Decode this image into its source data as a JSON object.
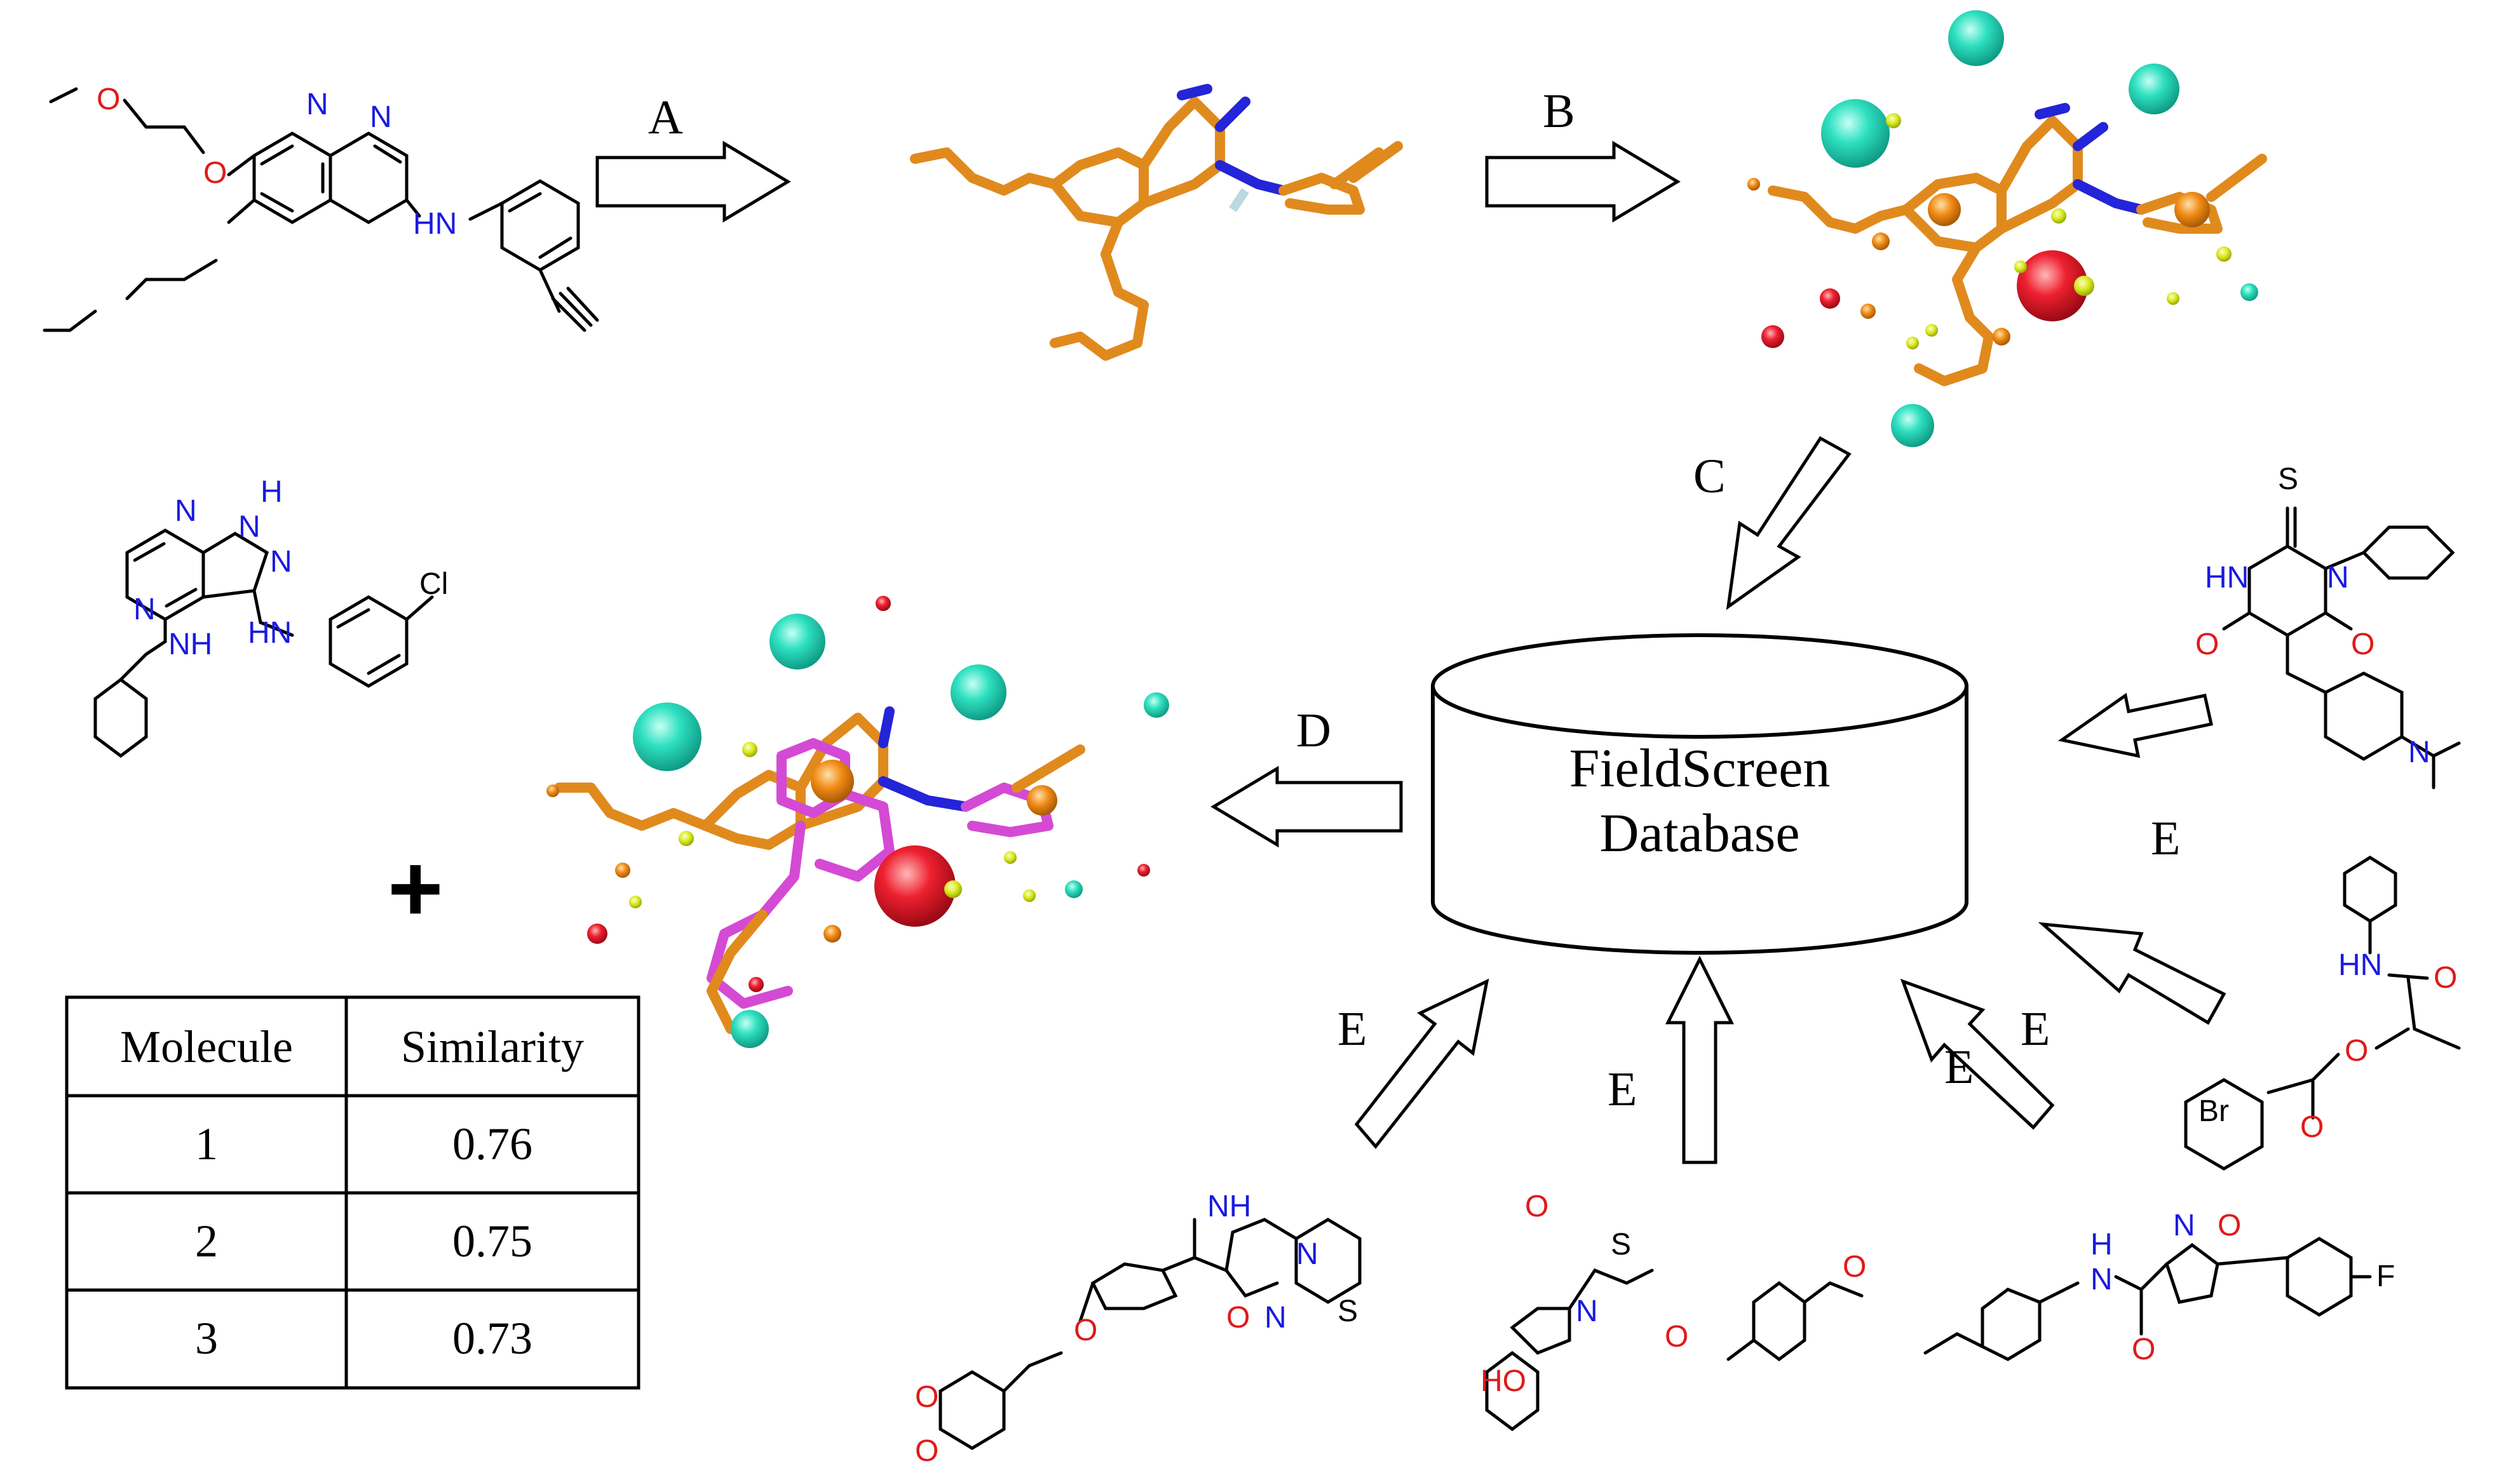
{
  "steps": {
    "a": "A",
    "b": "B",
    "c": "C",
    "d": "D",
    "e1": "E",
    "e2": "E",
    "e3": "E",
    "e4": "E",
    "e5": "E"
  },
  "database": {
    "line1": "FieldScreen",
    "line2": "Database"
  },
  "plus_sign": "+",
  "table": {
    "headers": [
      "Molecule",
      "Similarity"
    ],
    "rows": [
      [
        "1",
        "0.76"
      ],
      [
        "2",
        "0.75"
      ],
      [
        "3",
        "0.73"
      ]
    ]
  },
  "atom_labels": {
    "erlotinib": [
      "N",
      "N",
      "HN",
      "O",
      "O"
    ],
    "pyrazolopyrimidine": [
      "H",
      "N",
      "N",
      "N",
      "N",
      "NH",
      "HN",
      "Cl"
    ],
    "thiobarbiturate": [
      "S",
      "HN",
      "N",
      "O",
      "O",
      "N"
    ],
    "anilide_ester": [
      "HN",
      "O",
      "O",
      "O",
      "Br"
    ],
    "thiazolopyrimidine": [
      "NH",
      "N",
      "S",
      "O",
      "N",
      "O",
      "O",
      "O"
    ],
    "thiazolidinedione": [
      "O",
      "S",
      "N",
      "O",
      "O",
      "HO"
    ],
    "isoxazole": [
      "H",
      "N",
      "N",
      "O",
      "O",
      "F"
    ]
  },
  "colors": {
    "carbon_stick": "#e08a1e",
    "nitrogen_stick": "#2424d8",
    "ligand_overlay": "#d44ad4",
    "field_positive": "#1ecfb0",
    "field_negative": "#e01a2a",
    "field_shape": "#f08a14",
    "field_hydrophobic": "#d8e81a"
  }
}
